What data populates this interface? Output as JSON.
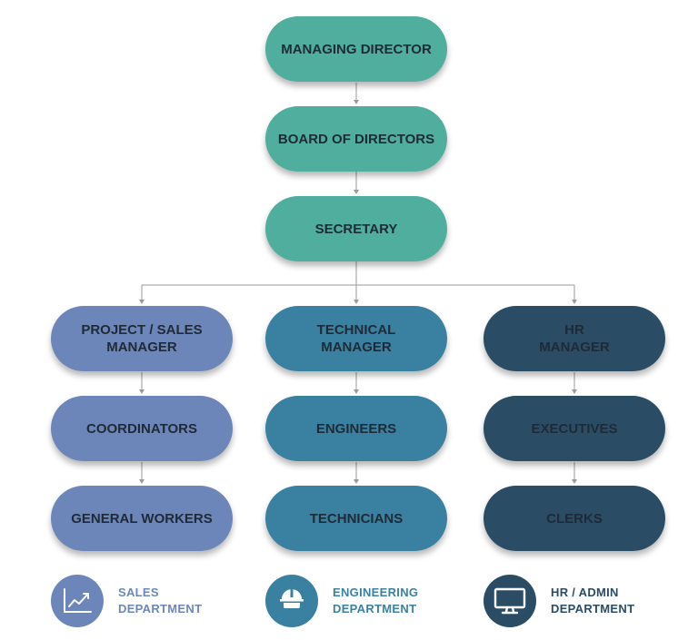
{
  "nodes": {
    "managing_director": "MANAGING DIRECTOR",
    "board_of_directors": "BOARD OF DIRECTORS",
    "secretary": "SECRETARY",
    "project_sales_manager": "PROJECT / SALES\nMANAGER",
    "technical_manager": "TECHNICAL\nMANAGER",
    "hr_manager": "HR\nMANAGER",
    "coordinators": "COORDINATORS",
    "engineers": "ENGINEERS",
    "executives": "EXECUTIVES",
    "general_workers": "GENERAL WORKERS",
    "technicians": "TECHNICIANS",
    "clerks": "CLERKS"
  },
  "legend": {
    "sales": "SALES\nDEPARTMENT",
    "engineering": "ENGINEERING\nDEPARTMENT",
    "hr_admin": "HR / ADMIN\nDEPARTMENT"
  },
  "icons": {
    "sales": "line-chart-icon",
    "engineering": "hard-hat-worker-icon",
    "hr_admin": "monitor-icon"
  },
  "colors": {
    "leadership": "#4fae9e",
    "sales": "#6c86b9",
    "engineering": "#3a81a1",
    "hr_admin": "#2b4c65",
    "connector": "#999999"
  }
}
